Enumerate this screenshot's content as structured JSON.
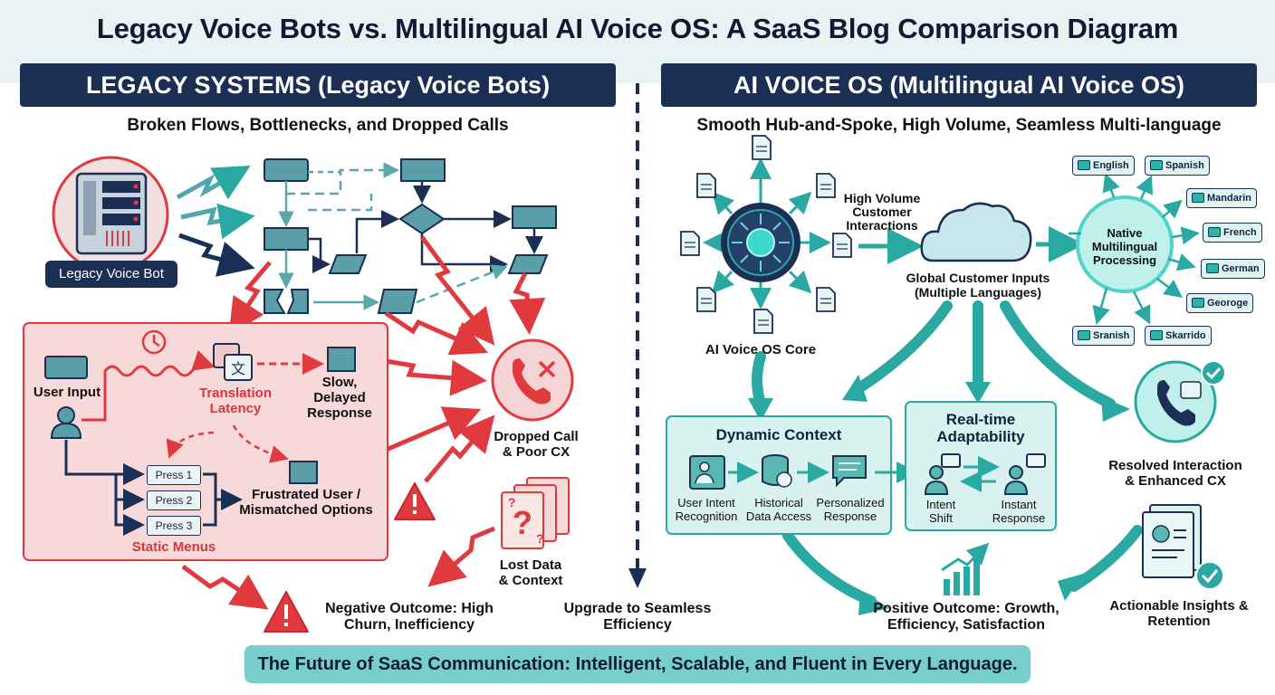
{
  "title": "Legacy Voice Bots vs. Multilingual AI Voice OS: A SaaS Blog Comparison Diagram",
  "left": {
    "header": "LEGACY SYSTEMS (Legacy Voice Bots)",
    "subtitle": "Broken Flows, Bottlenecks, and Dropped Calls",
    "bot_label": "Legacy Voice Bot",
    "user_input": "User Input",
    "translation": "Translation Latency",
    "slow": "Slow, Delayed Response",
    "press": [
      "Press 1",
      "Press 2",
      "Press 3"
    ],
    "static_menus": "Static Menus",
    "frustrated": "Frustrated User / Mismatched Options",
    "dropped": "Dropped Call & Poor CX",
    "lost": "Lost Data & Context",
    "negative": "Negative Outcome: High Churn, Inefficiency"
  },
  "center": {
    "upgrade": "Upgrade to Seamless Efficiency"
  },
  "right": {
    "header": "AI VOICE OS (Multilingual AI Voice OS)",
    "subtitle": "Smooth Hub-and-Spoke, High Volume, Seamless Multi-language",
    "high_volume": "High Volume Customer Interactions",
    "core": "AI Voice OS Core",
    "global_inputs": "Global Customer Inputs (Multiple Languages)",
    "native": "Native Multilingual Processing",
    "languages": [
      "English",
      "Spanish",
      "Mandarin",
      "French",
      "German",
      "Georoge",
      "Sranish",
      "Skarrido"
    ],
    "dynamic_context": "Dynamic Context",
    "intent_recognition": "User Intent Recognition",
    "historical": "Historical Data Access",
    "personalized": "Personalized Response",
    "realtime": "Real-time Adaptability",
    "intent_shift": "Intent Shift",
    "instant": "Instant Response",
    "resolved": "Resolved Interaction & Enhanced CX",
    "insights": "Actionable Insights & Retention",
    "positive": "Positive Outcome: Growth, Efficiency, Satisfaction"
  },
  "footer": "The Future of SaaS Communication: Intelligent, Scalable, and Fluent in Every Language.",
  "colors": {
    "navy": "#1b2f55",
    "red": "#e0393e",
    "teal": "#2bb3ad",
    "footer": "#78cfc9"
  }
}
